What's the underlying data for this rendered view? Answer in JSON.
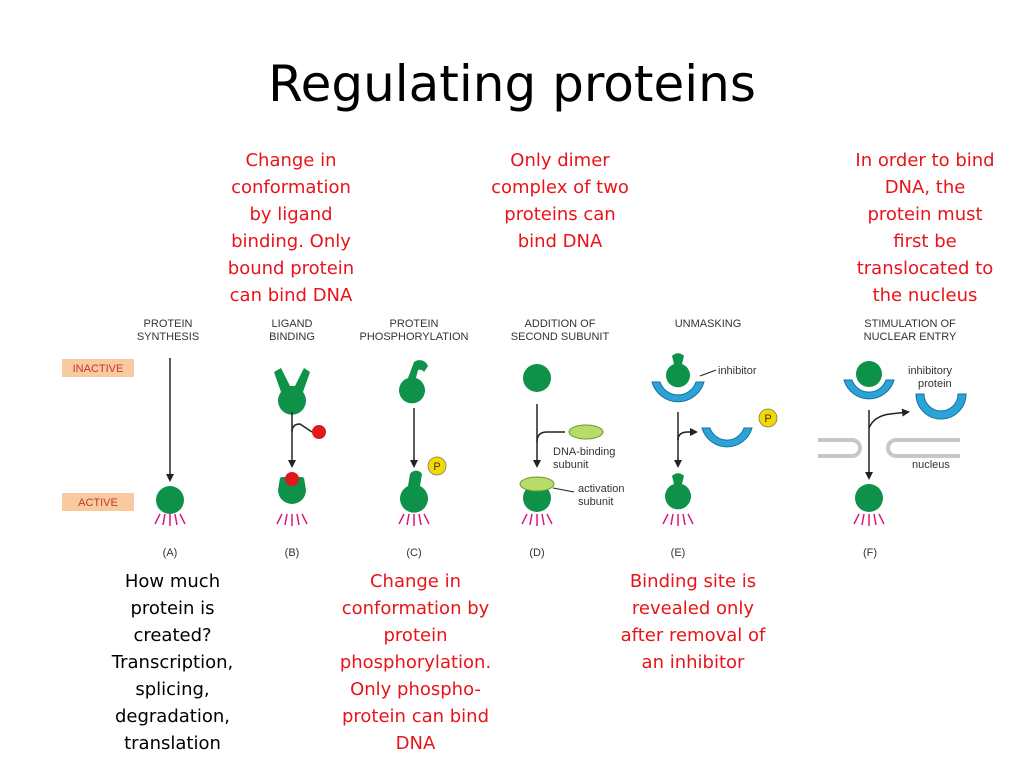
{
  "title": "Regulating proteins",
  "notes": {
    "ligand": "Change in\nconformation\nby ligand\nbinding. Only\nbound protein\ncan bind DNA",
    "dimer": "Only dimer\ncomplex of two\nproteins can\nbind DNA",
    "nuclear": "In order to bind\nDNA, the\nprotein must\nfirst be\ntranslocated to\nthe nucleus",
    "synthesis": "How much\nprotein is\ncreated?\nTranscription,\nsplicing,\ndegradation,\ntranslation",
    "phospho": "Change in\nconformation by\nprotein\nphosphorylation.\nOnly phospho-\nprotein can bind\nDNA",
    "unmasking": "Binding site is\nrevealed only\nafter removal of\nan inhibitor"
  },
  "row_labels": {
    "inactive": "INACTIVE",
    "active": "ACTIVE"
  },
  "columns": {
    "a": {
      "h1": "PROTEIN",
      "h2": "SYNTHESIS",
      "letter": "(A)"
    },
    "b": {
      "h1": "LIGAND",
      "h2": "BINDING",
      "letter": "(B)"
    },
    "c": {
      "h1": "PROTEIN",
      "h2": "PHOSPHORYLATION",
      "letter": "(C)"
    },
    "d": {
      "h1": "ADDITION OF",
      "h2": "SECOND SUBUNIT",
      "letter": "(D)"
    },
    "e": {
      "h1": "UNMASKING",
      "h2": "",
      "letter": "(E)"
    },
    "f": {
      "h1": "STIMULATION OF",
      "h2": "NUCLEAR ENTRY",
      "letter": "(F)"
    }
  },
  "labels": {
    "p": "P",
    "dna_binding_1": "DNA-binding",
    "dna_binding_2": "subunit",
    "activation_1": "activation",
    "activation_2": "subunit",
    "inhibitor": "inhibitor",
    "inhibitory_1": "inhibitory",
    "inhibitory_2": "protein",
    "nucleus": "nucleus"
  },
  "colors": {
    "protein": "#0e9149",
    "ligand": "#e0181e",
    "phosphate": "#f5d800",
    "inhibitor": "#2aa3d8",
    "subunit": "#b8dc6a",
    "label_box": "#f9c9a0",
    "note_red": "#e8141a",
    "activity_rays": "#e0157a"
  }
}
